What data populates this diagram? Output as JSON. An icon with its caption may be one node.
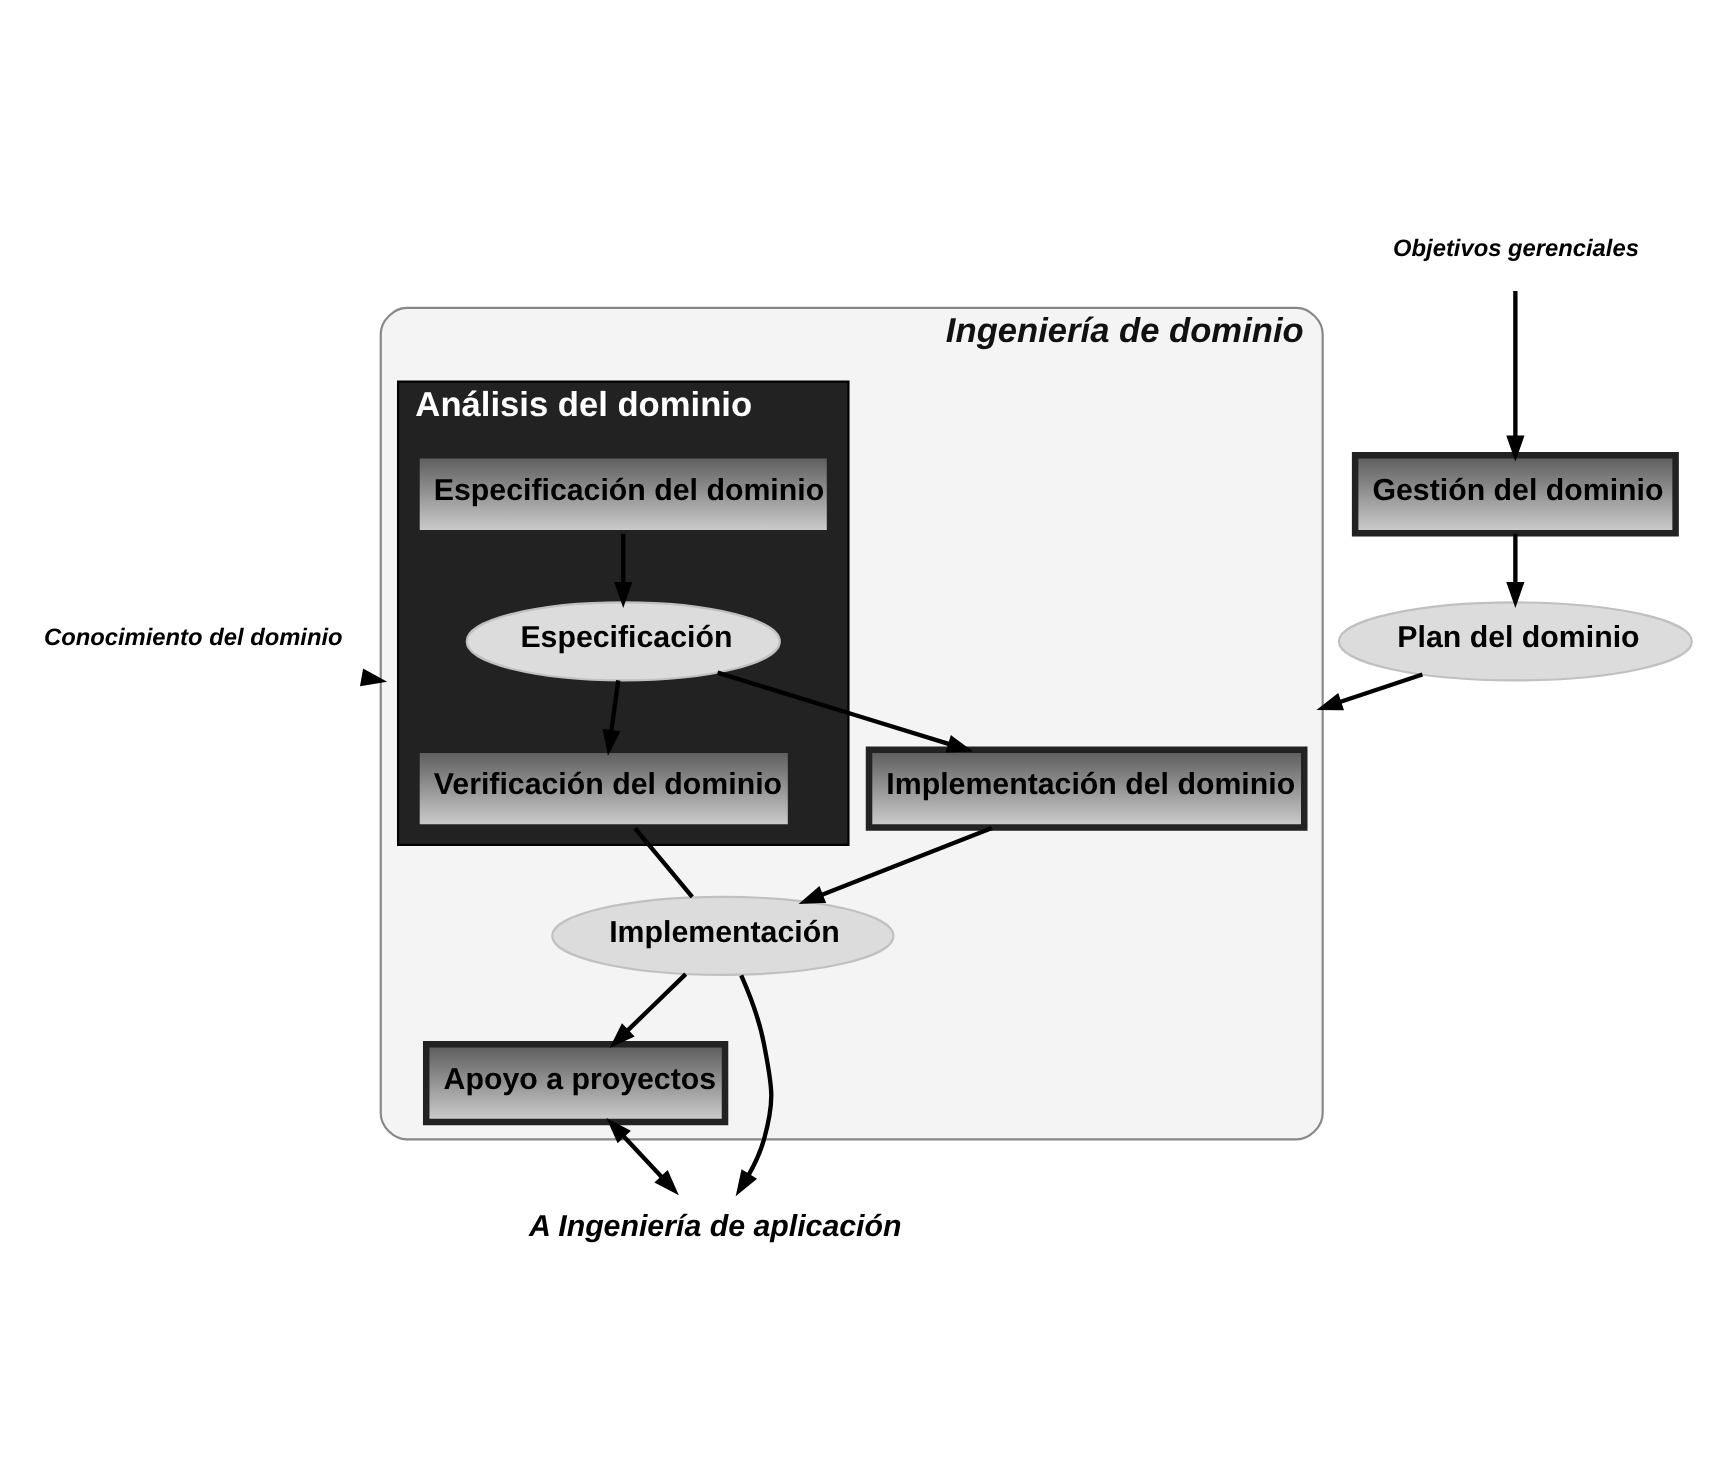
{
  "diagram": {
    "nodes": [
      {
        "text": [
          "Conocimiento del dominio"
        ]
      },
      {
        "text": [
          "Objetivos gerenciales"
        ]
      },
      {
        "text": [
          "Ingeniería de dominio"
        ]
      },
      {
        "text": [
          "Análisis del dominio"
        ],
        "in": 2
      },
      {
        "text": [
          "Especificación del dominio"
        ],
        "in": 3
      },
      {
        "text": [
          "Especificación"
        ],
        "in": 3
      },
      {
        "text": [
          "Verificación del dominio"
        ],
        "in": 3
      },
      {
        "text": [
          "Implementación del dominio"
        ],
        "in": 2
      },
      {
        "text": [
          "Implementación"
        ],
        "in": 2
      },
      {
        "text": [
          "Apoyo a proyectos"
        ],
        "in": 2
      },
      {
        "text": [
          "Gestión del dominio"
        ]
      },
      {
        "text": [
          "Plan del dominio"
        ]
      },
      {
        "text": [
          "A Ingeniería de aplicación"
        ]
      }
    ],
    "edges": [
      {
        "from": 0,
        "to": 2,
        "arrow": "to"
      },
      {
        "from": 1,
        "to": 10,
        "arrow": "to"
      },
      {
        "from": 10,
        "to": 11,
        "arrow": "to"
      },
      {
        "from": 11,
        "to": 2,
        "arrow": "to"
      },
      {
        "from": 4,
        "to": 5,
        "arrow": "to"
      },
      {
        "from": 5,
        "to": 6,
        "arrow": "to"
      },
      {
        "from": 5,
        "to": 7,
        "arrow": "to"
      },
      {
        "from": 7,
        "to": 8,
        "arrow": "to"
      },
      {
        "from": 6,
        "to": 8,
        "arrow": "none"
      },
      {
        "from": 8,
        "to": 9,
        "arrow": "to"
      },
      {
        "from": 9,
        "to": 12,
        "arrow": "both"
      },
      {
        "from": 8,
        "to": 12,
        "arrow": "to"
      }
    ]
  }
}
